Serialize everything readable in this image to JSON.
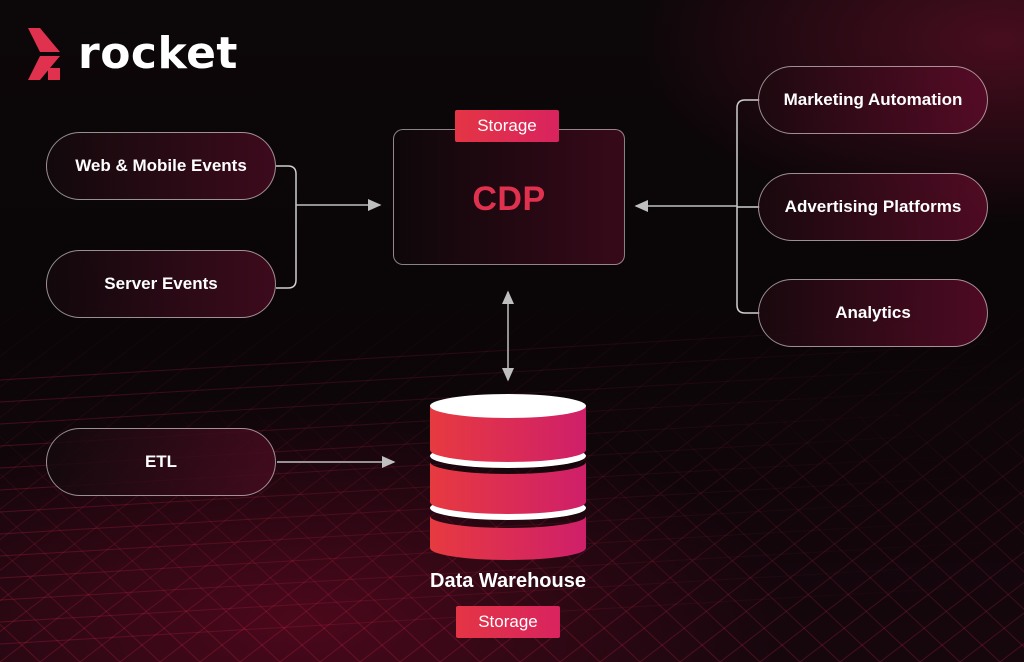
{
  "logo": {
    "text": "rocket"
  },
  "sources": [
    {
      "label": "Web & Mobile Events"
    },
    {
      "label": "Server Events"
    },
    {
      "label": "ETL"
    }
  ],
  "destinations": [
    {
      "label": "Marketing Automation"
    },
    {
      "label": "Advertising Platforms"
    },
    {
      "label": "Analytics"
    }
  ],
  "cdp": {
    "label": "CDP",
    "tag": "Storage"
  },
  "warehouse": {
    "label": "Data Warehouse",
    "tag": "Storage"
  },
  "colors": {
    "accent": "#e0314f",
    "tag_start": "#e43545",
    "tag_end": "#d9235f",
    "background": "#0b0608"
  }
}
